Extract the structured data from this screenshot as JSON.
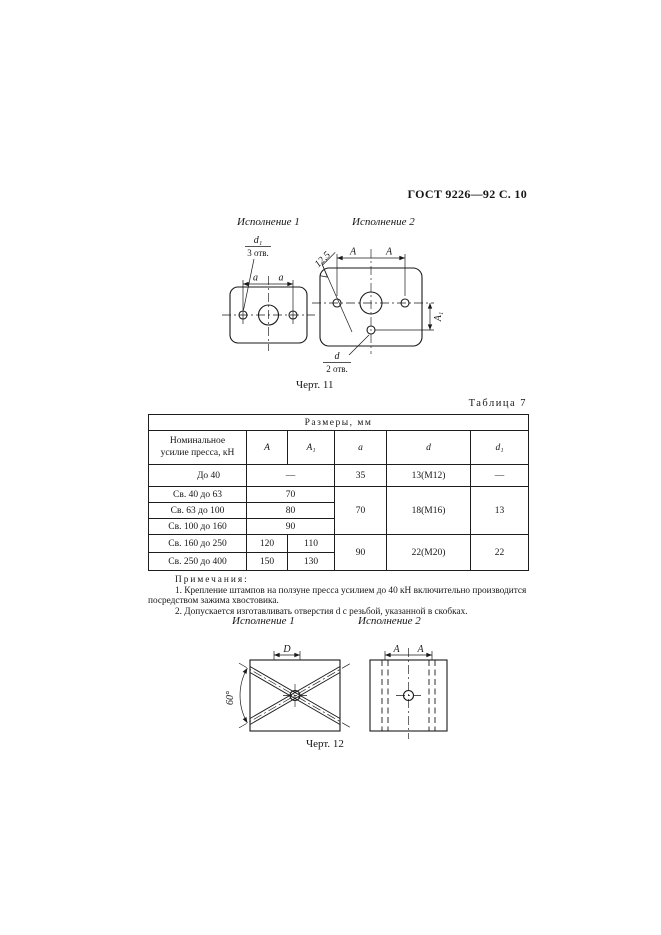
{
  "header": {
    "doc_ref": "ГОСТ 9226—92 С. 10"
  },
  "fig11": {
    "exec1": "Исполнение 1",
    "exec2": "Исполнение 2",
    "d1_label": "d₁",
    "d1_holes": "3 отв.",
    "a_label": "a",
    "A_label": "A",
    "A1_label": "A₁",
    "d_label": "d",
    "d_holes": "2 отв.",
    "roughness": "12,5",
    "caption": "Черт. 11"
  },
  "table": {
    "label": "Таблица 7",
    "title": "Размеры, мм",
    "headers": {
      "force": "Номинальное\nусилие пресса, кН",
      "A": "A",
      "A1": "A₁",
      "a": "a",
      "d": "d",
      "d1": "d₁"
    },
    "rows": {
      "r1": {
        "force": "До 40",
        "AA1": "—",
        "a": "35",
        "d": "13(M12)",
        "d1": "—"
      },
      "r2": {
        "force": "Св. 40 до 63",
        "AA1": "70",
        "a": "70",
        "d": "18(M16)",
        "d1": "13"
      },
      "r3": {
        "force": "Св. 63 до 100",
        "AA1": "80"
      },
      "r4": {
        "force": "Св. 100 до 160",
        "AA1": "90"
      },
      "r5": {
        "force": "Св. 160 до 250",
        "A": "120",
        "A1": "110",
        "a": "90",
        "d": "22(M20)",
        "d1": "22"
      },
      "r6": {
        "force": "Св. 250 до 400",
        "A": "150",
        "A1": "130"
      }
    }
  },
  "notes": {
    "heading": "Примечания:",
    "items": [
      "1. Крепление штампов на ползуне пресса усилием до 40 кН включительно производится посредством зажима хвостовика.",
      "2. Допускается изготавливать отверстия d с резьбой, указанной в скобках."
    ]
  },
  "fig12": {
    "exec1": "Исполнение 1",
    "exec2": "Исполнение 2",
    "D_label": "D",
    "A_label": "A",
    "angle_label": "60°",
    "caption": "Черт. 12"
  }
}
